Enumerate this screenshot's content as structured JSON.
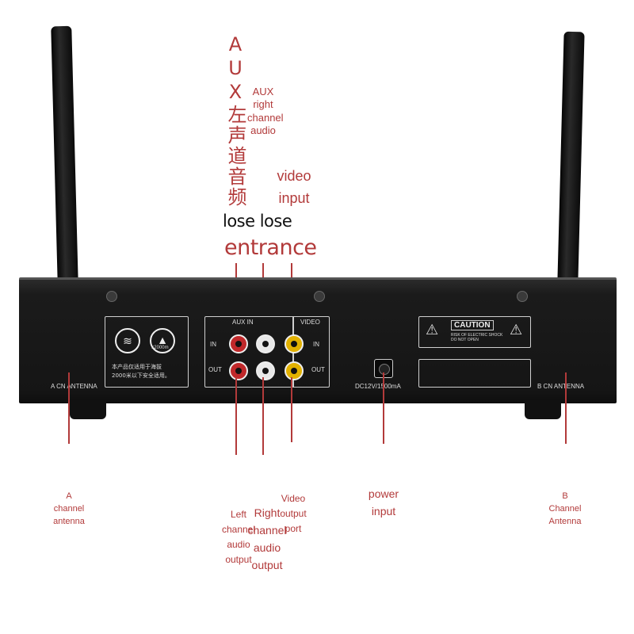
{
  "top_labels": {
    "aux_vertical": "AUX左声道音频",
    "aux_right_audio": [
      "AUX",
      "right",
      "channel",
      "audio"
    ],
    "video_input": [
      "video",
      "input"
    ],
    "lose_lose": "lose lose",
    "entrance": "entrance"
  },
  "device": {
    "aux_in": "AUX IN",
    "video": "VIDEO",
    "in_left": "IN",
    "out_left": "OUT",
    "in_right": "IN",
    "out_right": "OUT",
    "dc": "DC12V/1500mA",
    "caution": "CAUTION",
    "caution_sub": "RISK OF ELECTRIC SHOCK DO NOT OPEN",
    "a_antenna": "A CN ANTENNA",
    "b_antenna": "B CN ANTENNA",
    "chinese_notice_1": "本产品仅适用于海拔",
    "chinese_notice_2": "2000米以下安全适用。",
    "altitude_badge": "≤2000m"
  },
  "bottom_labels": {
    "a_channel_antenna": [
      "A",
      "channel",
      "antenna"
    ],
    "left_audio_output": [
      "Left",
      "channel",
      "audio",
      "output"
    ],
    "right_audio_output": [
      "Right",
      "channel",
      "audio",
      "output"
    ],
    "video_output": [
      "Video",
      "output",
      "port"
    ],
    "power_input": [
      "power",
      "input"
    ],
    "b_channel_antenna": [
      "B",
      "Channel",
      "Antenna"
    ]
  },
  "colors": {
    "accent": "#b23a3a",
    "device": "#1a1a1a",
    "background": "#ffffff"
  }
}
